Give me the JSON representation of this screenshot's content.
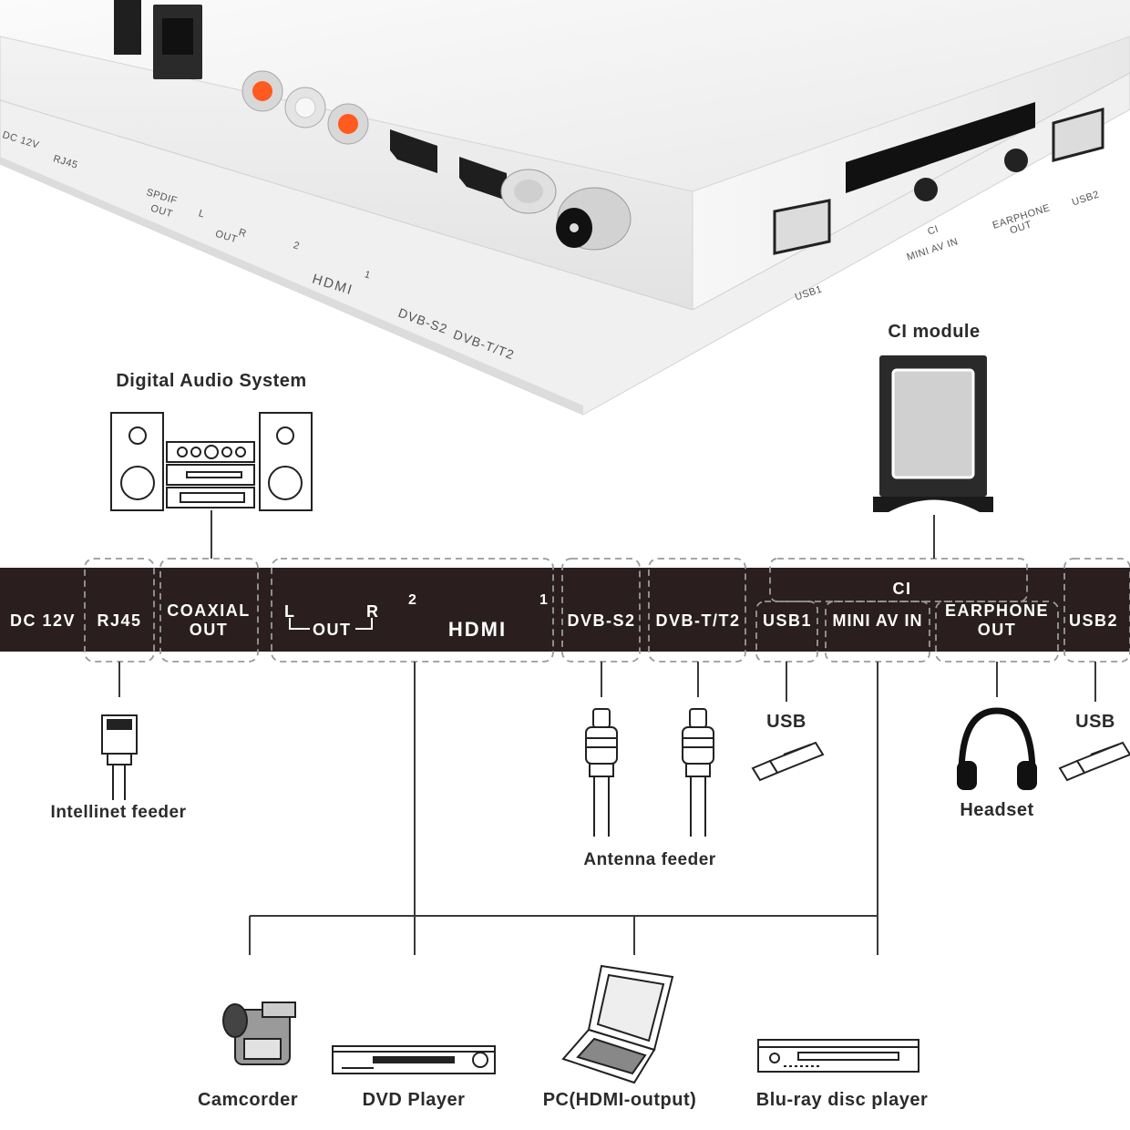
{
  "device_labels": {
    "dc12v": "DC 12V",
    "rj45": "RJ45",
    "spdif": "SPDIF",
    "spdif_out": "OUT",
    "l": "L",
    "out": "OUT",
    "r": "R",
    "hdmi_2": "2",
    "hdmi": "HDMI",
    "hdmi_1": "1",
    "dvbs2": "DVB-S2",
    "dvbt2": "DVB-T/T2",
    "usb1": "USB1",
    "ci": "CI",
    "mini_av_in": "MINI AV IN",
    "earphone": "EARPHONE",
    "earphone_out": "OUT",
    "usb2": "USB2"
  },
  "panel": {
    "dc12v": "DC 12V",
    "rj45": "RJ45",
    "coaxial": "COAXIAL",
    "coaxial_out": "OUT",
    "l": "L",
    "r": "R",
    "out": "OUT",
    "hdmi_2": "2",
    "hdmi_1": "1",
    "hdmi_logo": "HDMI",
    "dvbs2": "DVB-S2",
    "dvbt2": "DVB-T/T2",
    "ci": "CI",
    "usb1": "USB1",
    "mini_av_in": "MINI AV IN",
    "earphone": "EARPHONE",
    "earphone_out": "OUT",
    "usb2": "USB2"
  },
  "peripherals": {
    "digital_audio": "Digital Audio System",
    "ci_module": "CI module",
    "intellinet": "Intellinet feeder",
    "usb_a": "USB",
    "usb_b": "USB",
    "antenna": "Antenna feeder",
    "headset": "Headset",
    "camcorder": "Camcorder",
    "dvd": "DVD Player",
    "pc": "PC(HDMI-output)",
    "bluray": "Blu-ray disc player"
  },
  "colors": {
    "panel_bar": "#2a1f1e",
    "device_body": "#ececec",
    "rca_red": "#ff5a1f",
    "line": "#333333"
  }
}
